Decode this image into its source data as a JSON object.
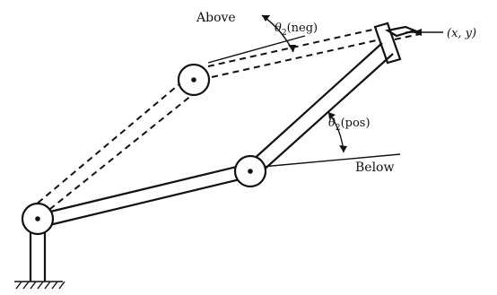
{
  "labels": {
    "above": "Above",
    "below": "Below",
    "theta_neg": "θ",
    "theta_neg_sub": "2",
    "theta_neg_suffix": "(neg)",
    "theta_pos": "θ",
    "theta_pos_sub": "2",
    "theta_pos_suffix": "(pos)",
    "target": "(x, y)"
  }
}
